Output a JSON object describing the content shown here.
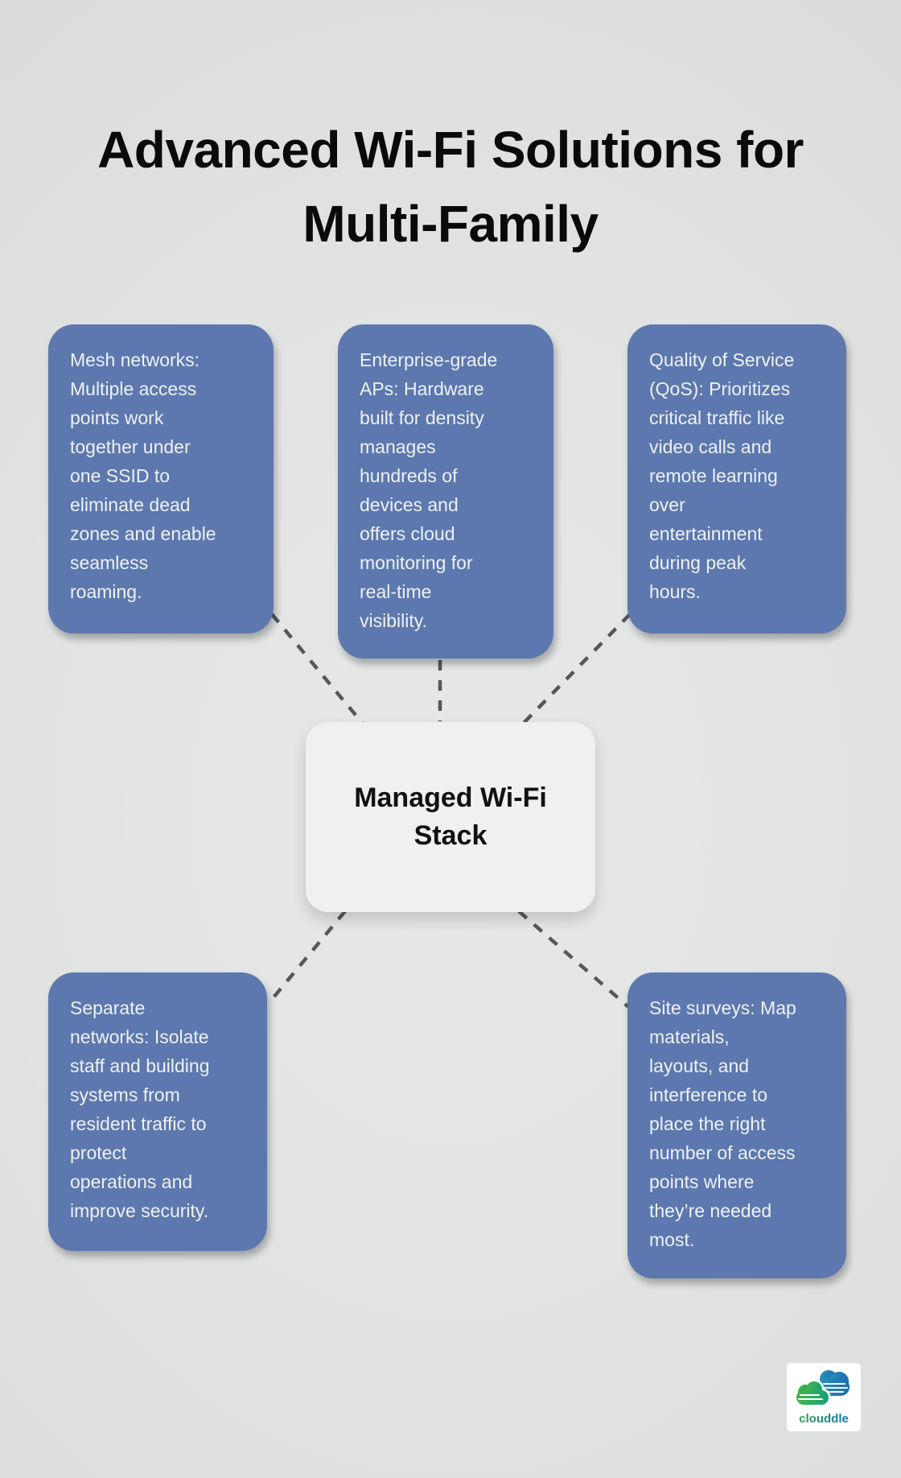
{
  "title": "Advanced Wi-Fi Solutions for Multi-Family",
  "center_node": {
    "label": "Managed Wi-Fi\nStack"
  },
  "nodes": [
    {
      "id": "mesh-networks",
      "text": "Mesh networks:\nMultiple access\npoints work\ntogether under\none SSID to\neliminate dead\nzones and enable\nseamless\nroaming."
    },
    {
      "id": "enterprise-grade-aps",
      "text": "Enterprise-grade\nAPs: Hardware\nbuilt for density\nmanages\nhundreds of\ndevices and\noffers cloud\nmonitoring for\nreal-time\nvisibility."
    },
    {
      "id": "quality-of-service",
      "text": "Quality of Service\n(QoS): Prioritizes\ncritical traffic like\nvideo calls and\nremote learning\nover\nentertainment\nduring peak\nhours."
    },
    {
      "id": "separate-networks",
      "text": "Separate\nnetworks: Isolate\nstaff and building\nsystems from\nresident traffic to\nprotect\noperations and\nimprove security."
    },
    {
      "id": "site-surveys",
      "text": "Site surveys: Map\nmaterials,\nlayouts, and\ninterference to\nplace the right\nnumber of access\npoints where\nthey’re needed\nmost."
    }
  ],
  "logo": {
    "brand": "clouddle"
  },
  "colors": {
    "background": "#e0e1e1",
    "node_fill": "#5c78ae",
    "node_text": "#eef2f7",
    "center_fill": "#f0f0f2",
    "center_text": "#111111",
    "connector": "#55585b",
    "title_text": "#0a0a0a",
    "logo_green": "#2ca24b",
    "logo_blue": "#1d6cb2"
  }
}
